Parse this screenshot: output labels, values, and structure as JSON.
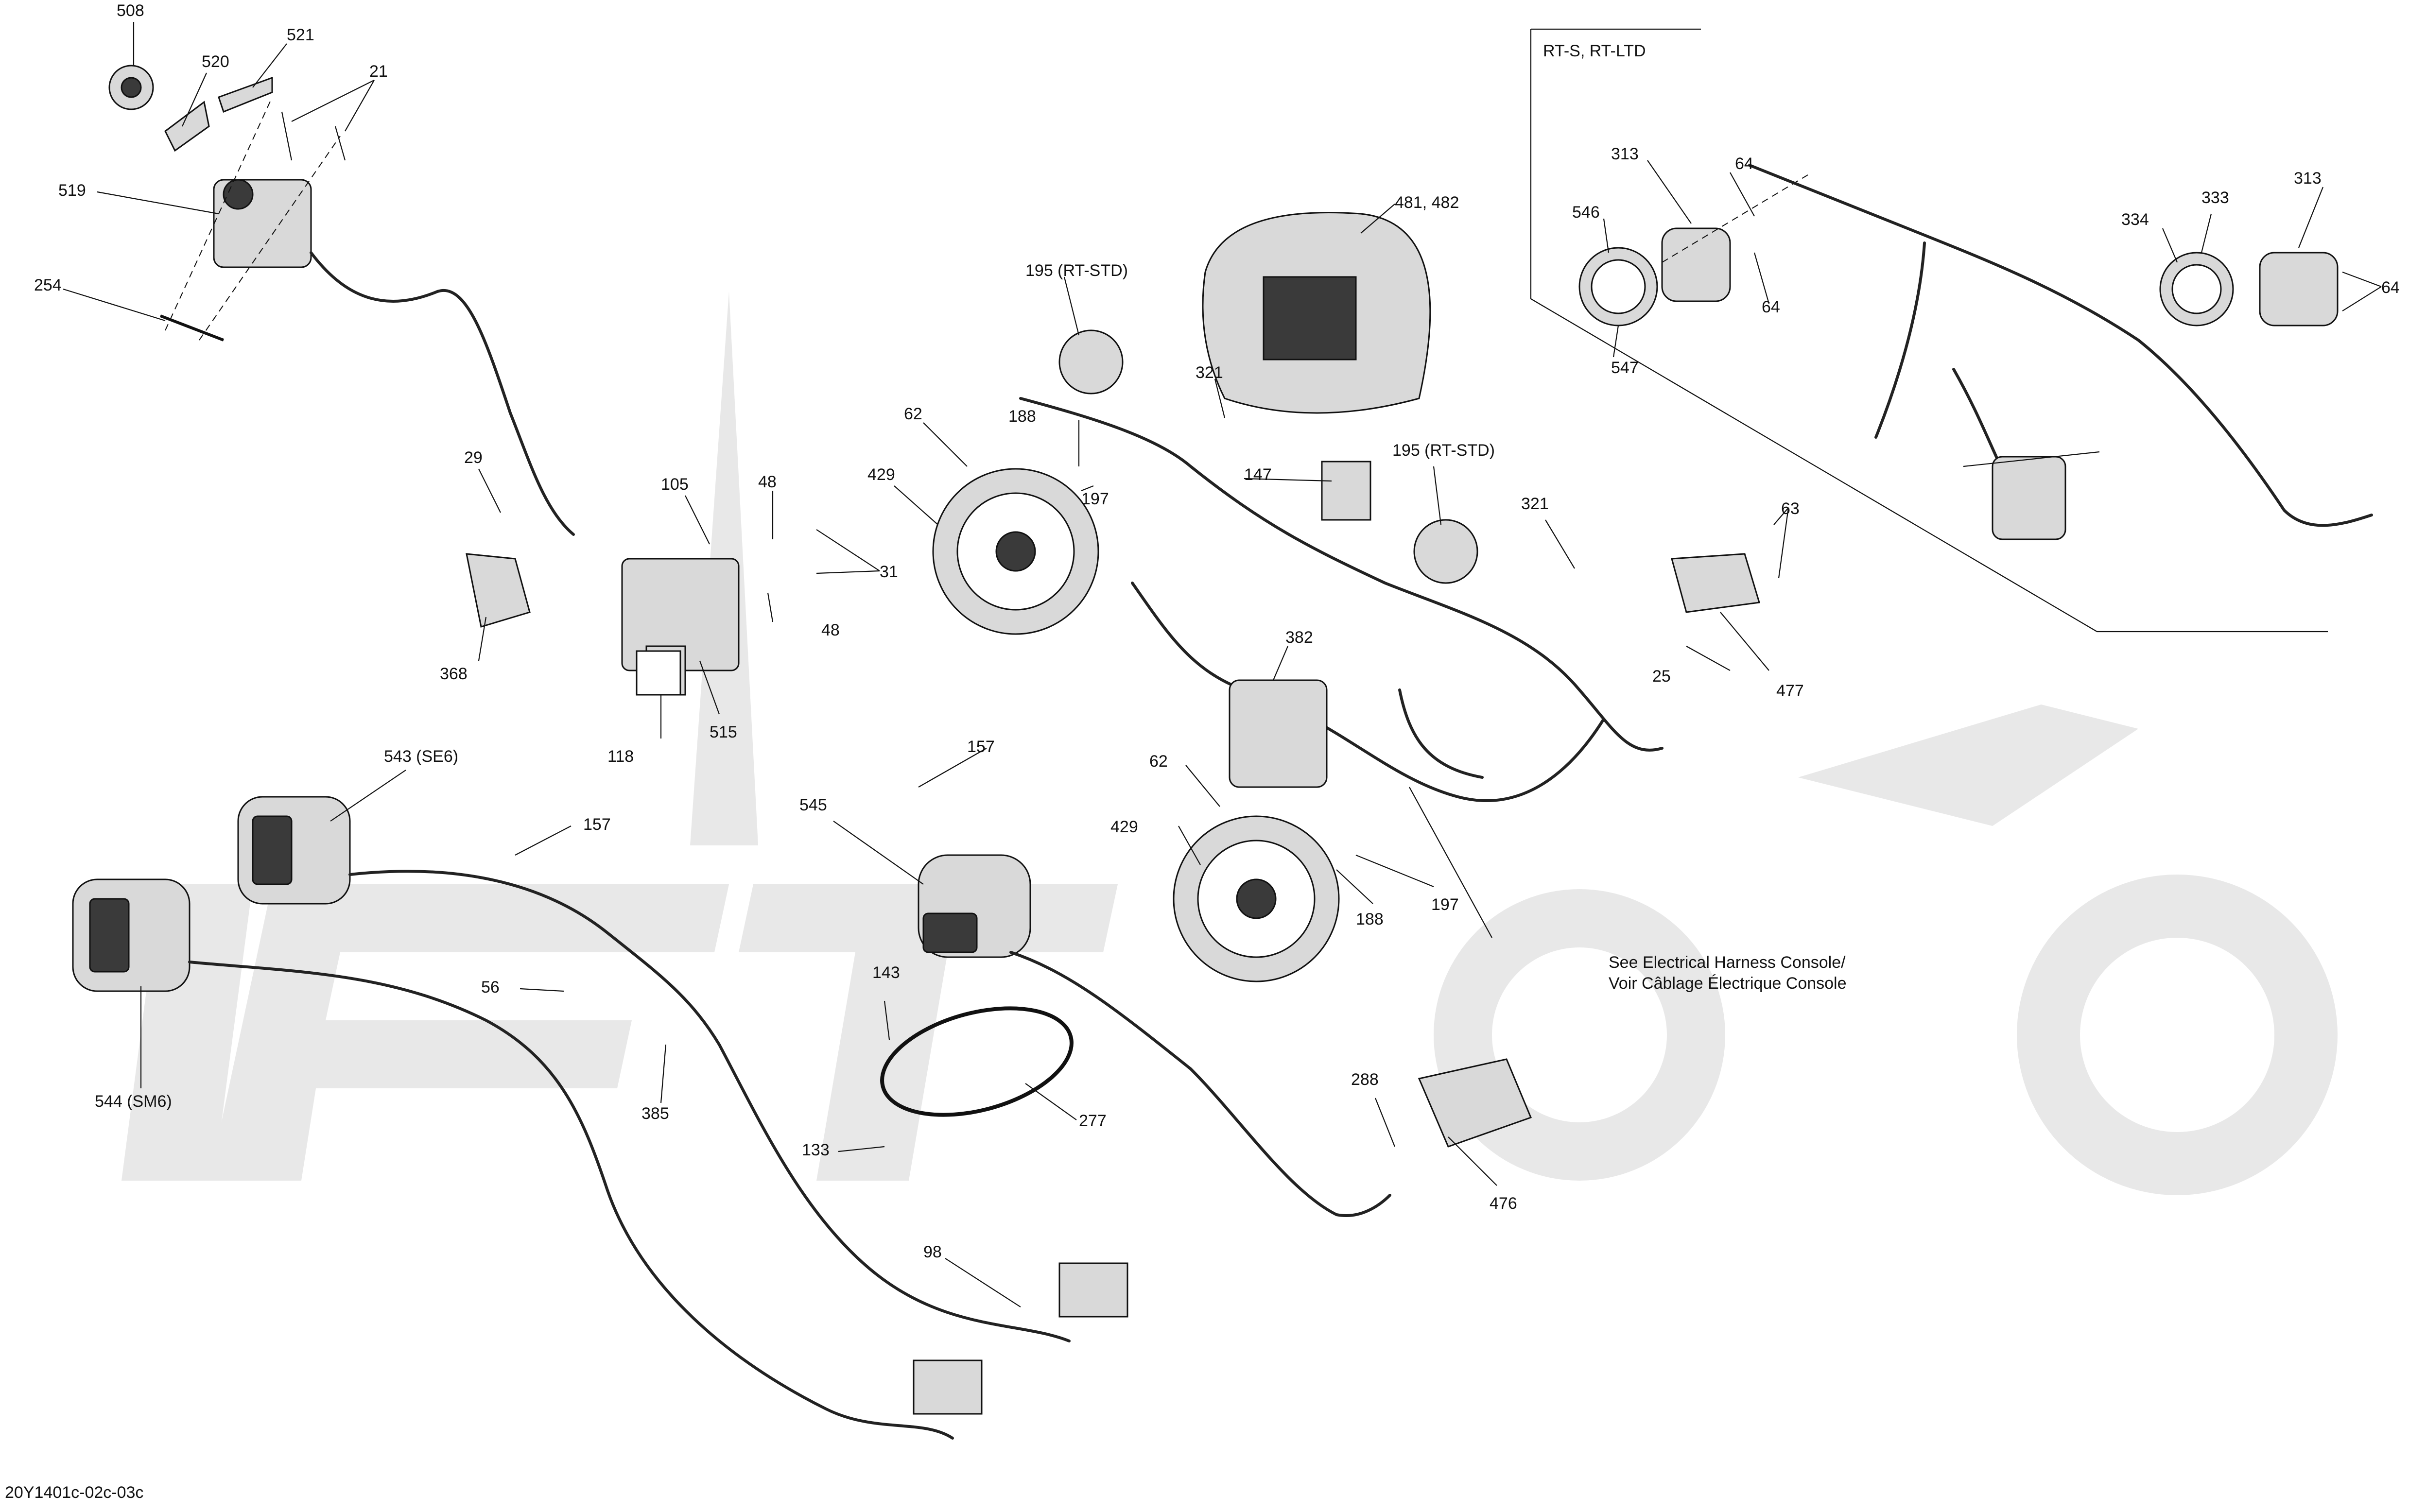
{
  "diagram": {
    "drawing_code": "20Y1401c-02c-03c",
    "inset": {
      "title": "RT-S, RT-LTD"
    },
    "note": {
      "line1": "See Electrical Harness Console/",
      "line2": "Voir Câblage Électrique Console"
    },
    "labels": {
      "l508": "508",
      "l521": "521",
      "l520": "520",
      "l21": "21",
      "l519": "519",
      "l254": "254",
      "l29": "29",
      "l368": "368",
      "l105": "105",
      "l48a": "48",
      "l48b": "48",
      "l31": "31",
      "l118": "118",
      "l515": "515",
      "l543": "543 (SE6)",
      "l544": "544 (SM6)",
      "l157a": "157",
      "l157b": "157",
      "l56": "56",
      "l385": "385",
      "l133": "133",
      "l98": "98",
      "l143": "143",
      "l277": "277",
      "l545": "545",
      "l62a": "62",
      "l62b": "62",
      "l188a": "188",
      "l188b": "188",
      "l429a": "429",
      "l429b": "429",
      "l197a": "197",
      "l197b": "197",
      "l195a": "195 (RT-STD)",
      "l195b": "195 (RT-STD)",
      "l481": "481, 482",
      "l321a": "321",
      "l321b": "321",
      "l147": "147",
      "l382": "382",
      "l288": "288",
      "l476": "476",
      "l63": "63",
      "l25": "25",
      "l477": "477",
      "l313a": "313",
      "l313b": "313",
      "l64a": "64",
      "l64b": "64",
      "l64c": "64",
      "l546": "546",
      "l547": "547",
      "l333": "333",
      "l334": "334"
    }
  }
}
